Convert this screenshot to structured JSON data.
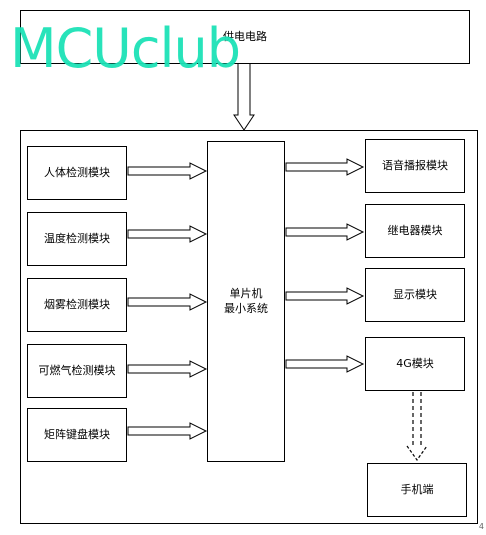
{
  "power": {
    "label": "供电电路"
  },
  "watermark": {
    "text": "MCUclub"
  },
  "inputs": [
    {
      "label": "人体检测模块"
    },
    {
      "label": "温度检测模块"
    },
    {
      "label": "烟雾检测模块"
    },
    {
      "label": "可燃气检测模块"
    },
    {
      "label": "矩阵键盘模块"
    }
  ],
  "mcu": {
    "line1": "单片机",
    "line2": "最小系统"
  },
  "outputs": [
    {
      "label": "语音播报模块"
    },
    {
      "label": "继电器模块"
    },
    {
      "label": "显示模块"
    },
    {
      "label": "4G模块"
    }
  ],
  "phone": {
    "label": "手机端"
  },
  "page_mark": "4"
}
